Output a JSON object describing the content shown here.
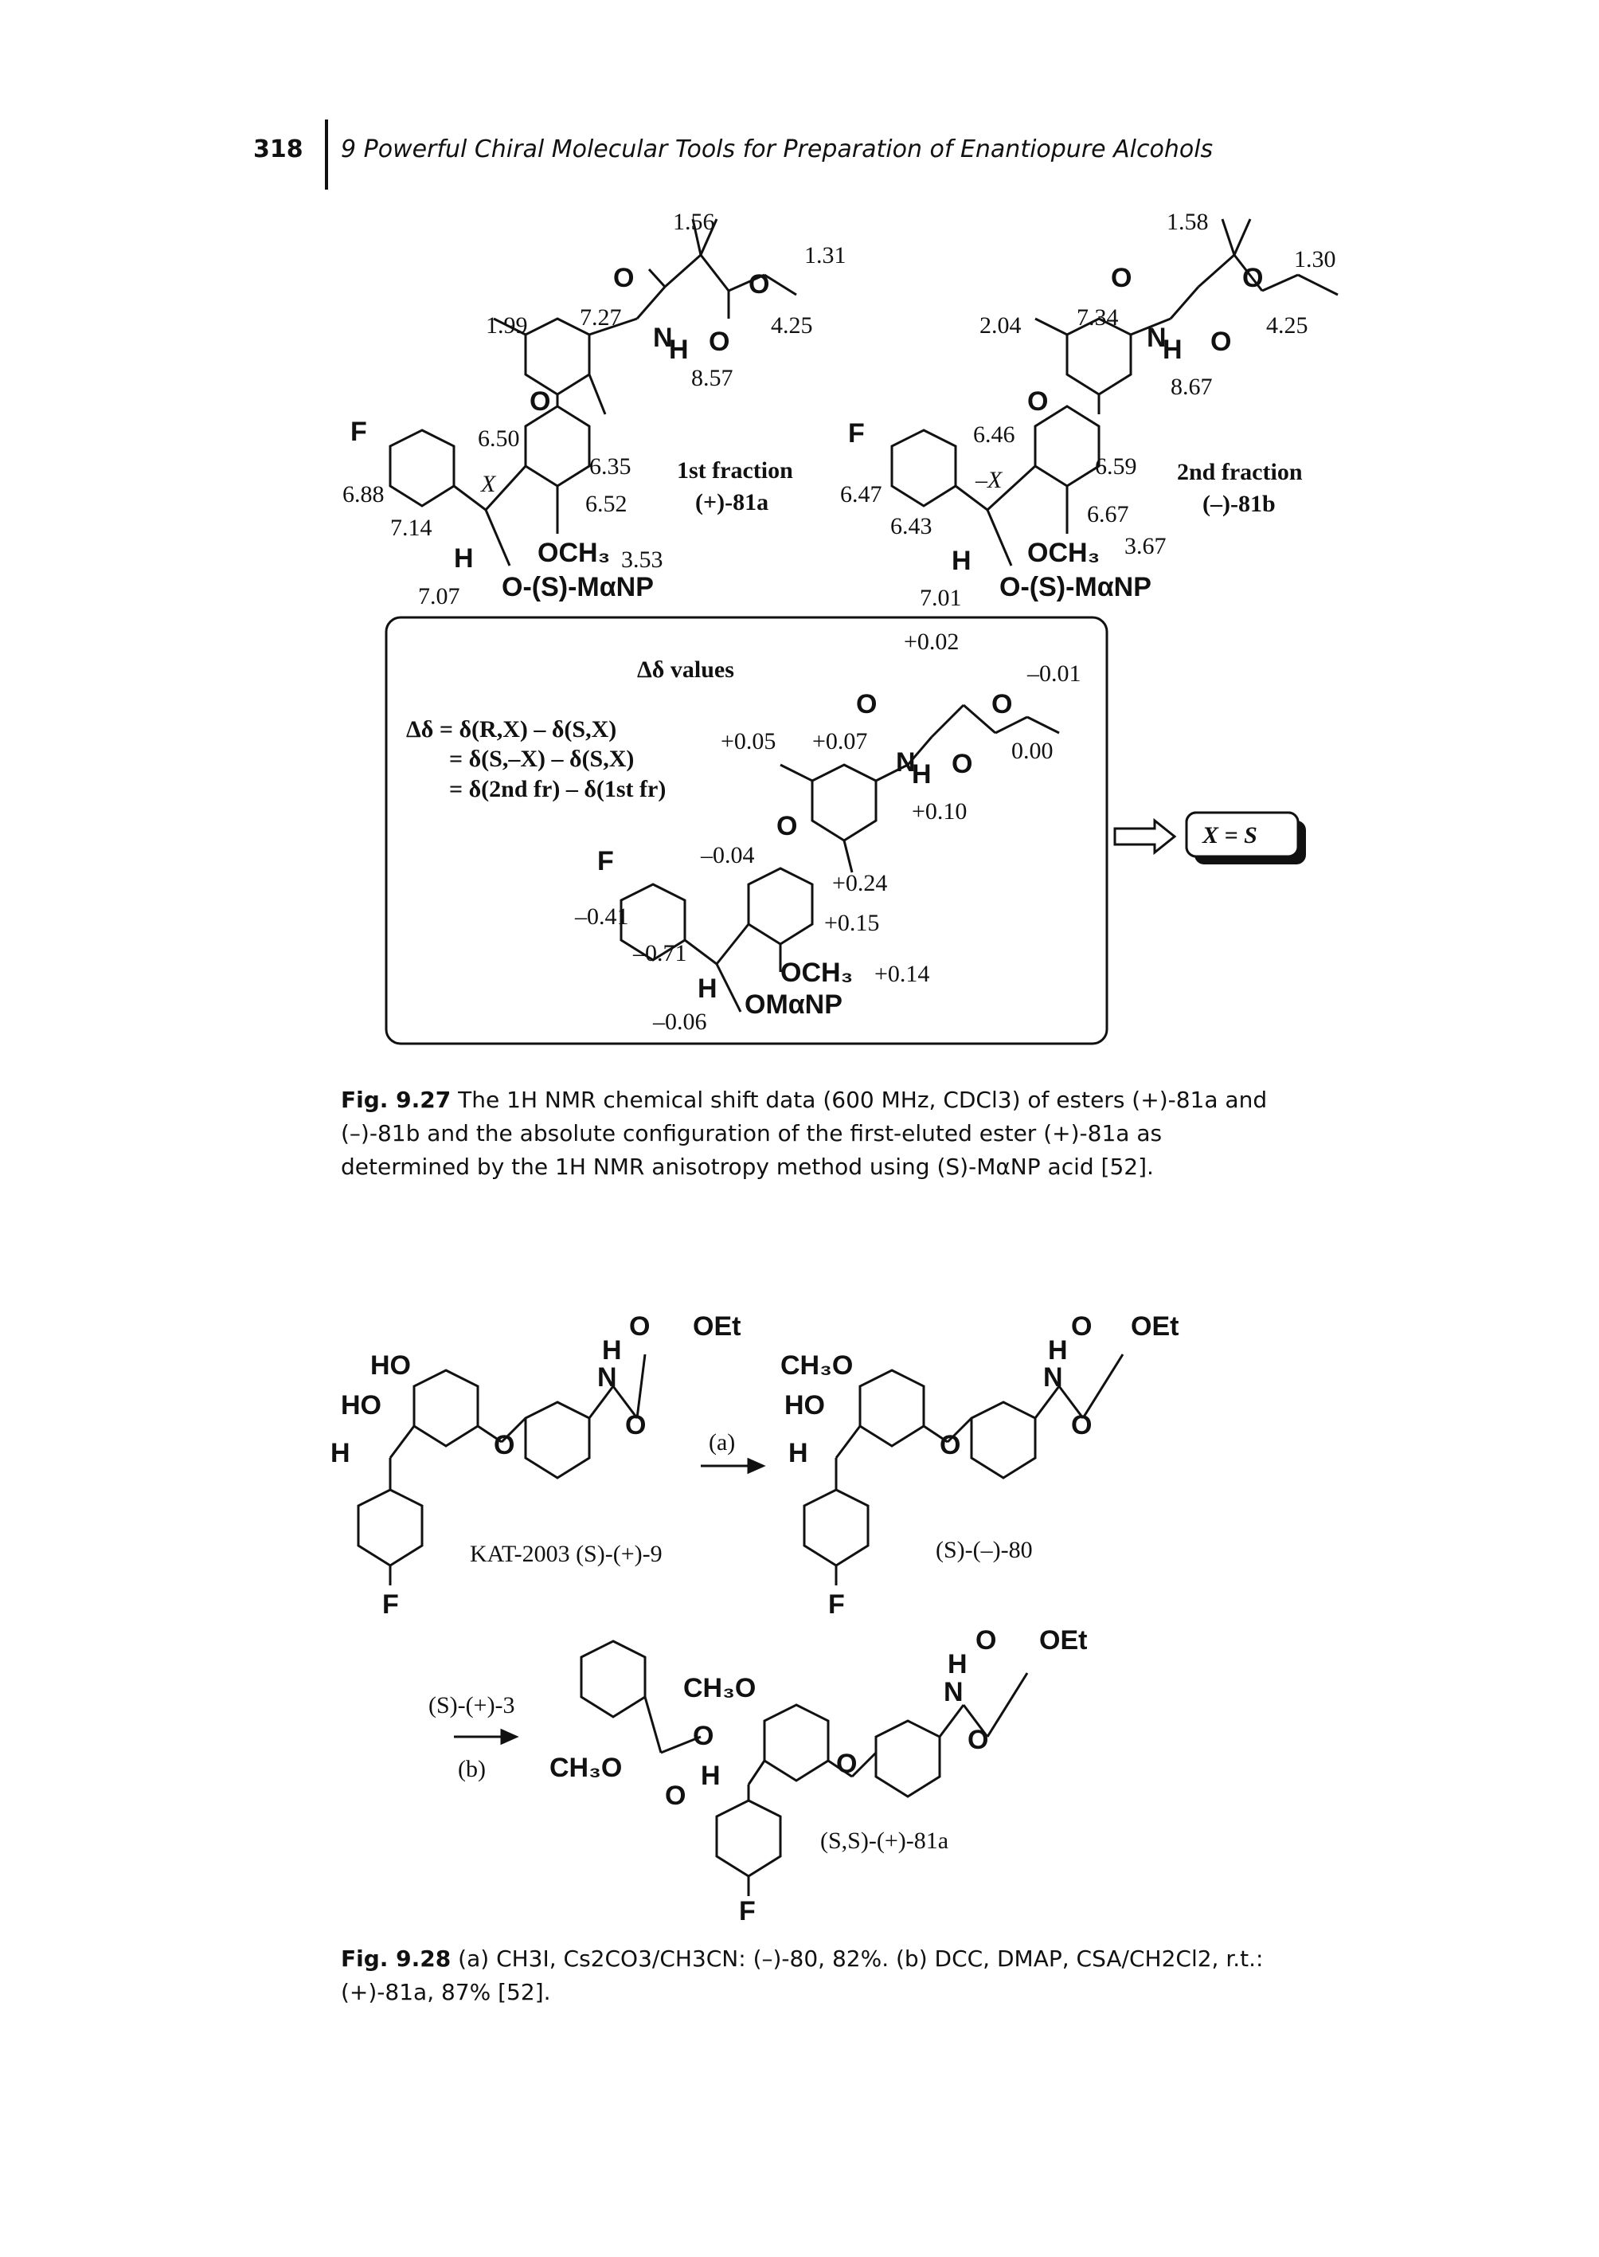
{
  "header": {
    "page_number": "318",
    "running_title": "9 Powerful Chiral Molecular Tools for Preparation of Enantiopure Alcohols"
  },
  "fig27": {
    "left": {
      "fraction": "1st fraction",
      "compound": "(+)-81a",
      "ester_label": "O-(S)-MαNP",
      "shifts": [
        "1.56",
        "1.31",
        "1.99",
        "7.27",
        "4.25",
        "8.57",
        "6.50",
        "6.35",
        "6.52",
        "6.88",
        "7.14",
        "3.53",
        "7.07"
      ],
      "x_label": "X"
    },
    "right": {
      "fraction": "2nd fraction",
      "compound": "(–)-81b",
      "ester_label": "O-(S)-MαNP",
      "shifts": [
        "1.58",
        "1.30",
        "2.04",
        "7.34",
        "4.25",
        "8.67",
        "6.46",
        "6.59",
        "6.67",
        "6.47",
        "6.43",
        "3.67",
        "7.01"
      ],
      "x_label": "–X"
    },
    "box": {
      "title": "Δδ  values",
      "eq1": "Δδ  = δ(R,X) – δ(S,X)",
      "eq2": "= δ(S,–X) – δ(S,X)",
      "eq3": "= δ(2nd fr) – δ(1st fr)",
      "ester_label": "OMαNP",
      "values": [
        "+0.02",
        "–0.01",
        "+0.05",
        "+0.07",
        "0.00",
        "+0.10",
        "–0.04",
        "+0.24",
        "+0.15",
        "–0.41",
        "–0.71",
        "+0.14",
        "–0.06"
      ]
    },
    "conclusion": "X = S",
    "caption_label": "Fig. 9.27",
    "caption_text": "The 1H NMR chemical shift data (600 MHz, CDCl3) of esters (+)-81a and (–)-81b and the absolute configuration of the first-eluted ester (+)-81a as determined by the 1H NMR anisotropy method using (S)-MαNP acid [52]."
  },
  "fig28": {
    "compound9": "KAT-2003 (S)-(+)-9",
    "compound80": "(S)-(–)-80",
    "compound81a": "(S,S)-(+)-81a",
    "step_a": "(a)",
    "step_b": "(b)",
    "reagent_b": "(S)-(+)-3",
    "oet": "OEt",
    "caption_label": "Fig. 9.28",
    "caption_text": "(a) CH3I, Cs2CO3/CH3CN: (–)-80, 82%. (b) DCC, DMAP, CSA/CH2Cl2, r.t.: (+)-81a, 87% [52]."
  }
}
